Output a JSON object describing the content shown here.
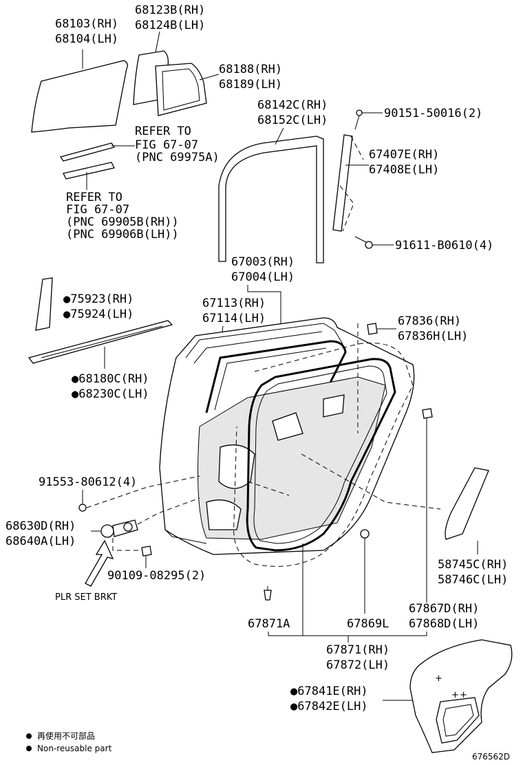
{
  "labels": {
    "p68103": "68103(RH)",
    "p68104": "68104(LH)",
    "p68123b": "68123B(RH)",
    "p68124b": "68124B(LH)",
    "p68188": "68188(RH)",
    "p68189": "68189(LH)",
    "refer1_a": "REFER TO",
    "refer1_b": "FIG 67-07",
    "refer1_c": "(PNC 69975A)",
    "refer2_a": "REFER TO",
    "refer2_b": "FIG 67-07",
    "refer2_c": "(PNC 69905B(RH))",
    "refer2_d": "(PNC 69906B(LH))",
    "p68142c": "68142C(RH)",
    "p68152c": "68152C(LH)",
    "p90151": "90151-50016(2)",
    "p67407e": "67407E(RH)",
    "p67408e": "67408E(LH)",
    "p91611": "91611-B0610(4)",
    "p67003": "67003(RH)",
    "p67004": "67004(LH)",
    "p75923": "75923(RH)",
    "p75924": "75924(LH)",
    "p67113": "67113(RH)",
    "p67114": "67114(LH)",
    "p67836": "67836(RH)",
    "p67836h": "67836H(LH)",
    "p68180c": "68180C(RH)",
    "p68230c": "68230C(LH)",
    "p91553": "91553-80612(4)",
    "p68630d": "68630D(RH)",
    "p68640a": "68640A(LH)",
    "p90109": "90109-08295(2)",
    "plr": "PLR SET BRKT",
    "p58745c": "58745C(RH)",
    "p58746c": "58746C(LH)",
    "p67871a": "67871A",
    "p67869l": "67869L",
    "p67867d": "67867D(RH)",
    "p67868d": "67868D(LH)",
    "p67871": "67871(RH)",
    "p67872": "67872(LH)",
    "p67841e": "67841E(RH)",
    "p67842e": "67842E(LH)"
  },
  "legend": {
    "jp": "再使用不可部品",
    "en": "Non-reusable part"
  },
  "figure_number": "676562D",
  "colors": {
    "ink": "#000000",
    "background": "#ffffff"
  }
}
